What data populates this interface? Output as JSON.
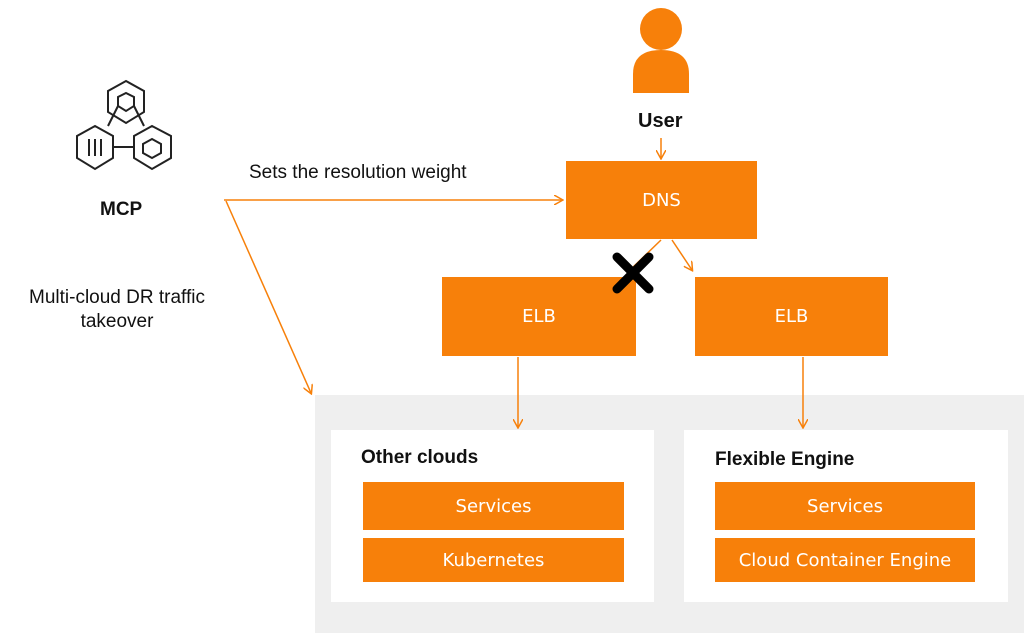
{
  "mcp": {
    "label": "MCP"
  },
  "user": {
    "label": "User"
  },
  "annotations": {
    "resolution_weight": "Sets the resolution weight",
    "dr_takeover_line1": "Multi-cloud DR traffic",
    "dr_takeover_line2": "takeover"
  },
  "dns": {
    "label": "DNS"
  },
  "elb_left": {
    "label": "ELB"
  },
  "elb_right": {
    "label": "ELB"
  },
  "other_clouds": {
    "title": "Other clouds",
    "items": [
      "Services",
      "Kubernetes"
    ]
  },
  "flexible_engine": {
    "title": "Flexible Engine",
    "items": [
      "Services",
      "Cloud Container Engine"
    ]
  },
  "colors": {
    "accent": "#f7800a",
    "panel_bg": "#efefef",
    "icon_stroke": "#222222",
    "cross": "#000000"
  }
}
